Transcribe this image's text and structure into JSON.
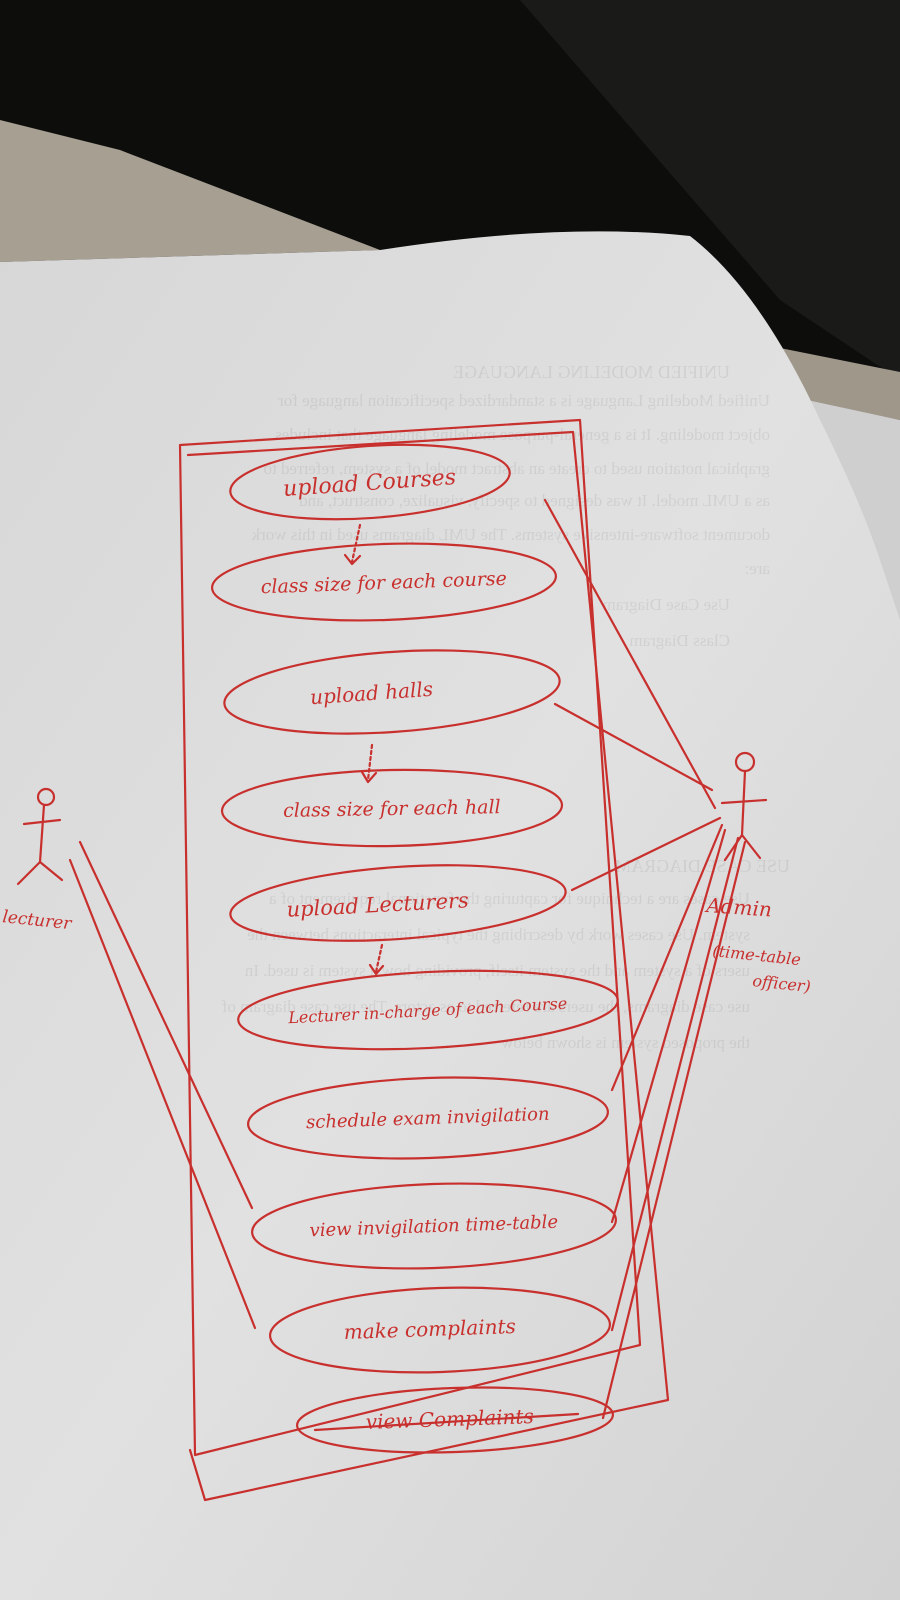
{
  "diagram": {
    "use_cases": [
      "upload Courses",
      "class size for each course",
      "upload halls",
      "class size for each hall",
      "upload Lecturers",
      "Lecturer in-charge of each Course",
      "schedule exam invigilation",
      "view invigilation time-table",
      "make complaints",
      "view Complaints"
    ],
    "actors": {
      "lecturer": "lecturer",
      "admin_name": "Admin",
      "admin_role_line1": "(time-table",
      "admin_role_line2": "officer)"
    }
  },
  "background_text": [
    "UNIFIED MODELING LANGUAGE",
    "Unified Modeling Language is a standardized specification language for",
    "object modeling. It is a general-purpose modeling language that includes",
    "graphical notation used to create an abstract model of a system, referred to",
    "as a UML model. It was designed to specify, visualize, construct, and",
    "document software-intensive systems. The UML diagrams used in this work",
    "are:",
    "Use Case Diagram",
    "Class Diagram",
    "USE CASE DIAGRAM",
    "Use cases are a technique for capturing the functional requirement of a",
    "system. Use cases work by describing the typical interactions between the",
    "users of a system and the system itself, providing how a system is used. In",
    "use case diagrams, the users are referred to as actors. The use case diagram of",
    "the proposed system is shown below"
  ],
  "colors": {
    "ink": "#c8302e",
    "paper": "#dcdcdc",
    "background": "#0d0d0c"
  }
}
